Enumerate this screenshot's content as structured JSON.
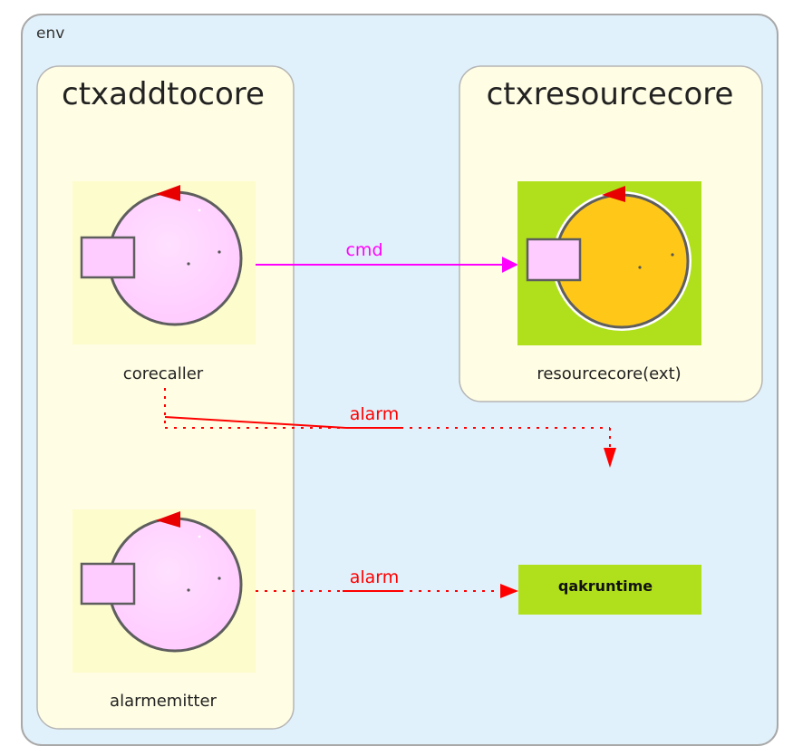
{
  "env": {
    "label": "env"
  },
  "contexts": [
    {
      "id": "ctxaddtocore",
      "title": "ctxaddtocore"
    },
    {
      "id": "ctxresourcecore",
      "title": "ctxresourcecore"
    }
  ],
  "actors": [
    {
      "id": "corecaller",
      "label": "corecaller",
      "kind": "internal"
    },
    {
      "id": "resourcecore",
      "label": "resourcecore(ext)",
      "kind": "external"
    },
    {
      "id": "alarmemitter",
      "label": "alarmemitter",
      "kind": "internal"
    }
  ],
  "runtime": {
    "label": "qakruntime"
  },
  "edges": [
    {
      "from": "corecaller",
      "to": "resourcecore",
      "label": "cmd",
      "style": "solid",
      "color": "#ff00ff"
    },
    {
      "from": "corecaller",
      "to": "env",
      "label": "alarm",
      "style": "dotted",
      "color": "#ff0000"
    },
    {
      "from": "alarmemitter",
      "to": "qakruntime",
      "label": "alarm",
      "style": "dotted",
      "color": "#ff0000"
    }
  ],
  "colors": {
    "env_bg": "#e1f1fb",
    "context_bg": "#fffde3",
    "actor_pink": "#ffccff",
    "actor_orange": "#ffc819",
    "ext_green": "#b0e01c",
    "runtime_green": "#b0e01c",
    "dispatch_magenta": "#ff00ff",
    "event_red": "#ff0000"
  }
}
